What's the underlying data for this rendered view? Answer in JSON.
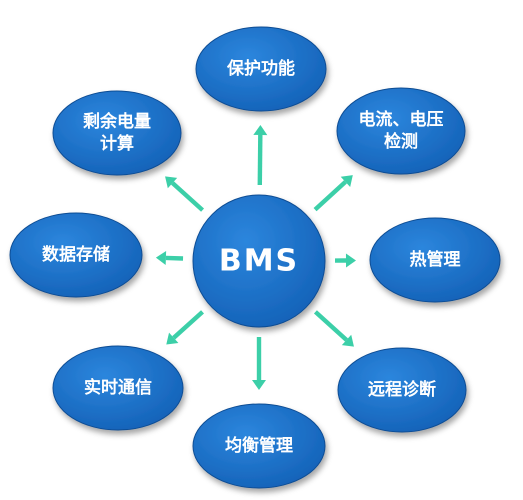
{
  "center": {
    "label": "BMS"
  },
  "nodes": [
    {
      "id": "protection",
      "lines": [
        "保护功能"
      ]
    },
    {
      "id": "current-voltage",
      "lines": [
        "电流、电压",
        "检测"
      ]
    },
    {
      "id": "thermal",
      "lines": [
        "热管理"
      ]
    },
    {
      "id": "remote-diagnosis",
      "lines": [
        "远程诊断"
      ]
    },
    {
      "id": "balancing",
      "lines": [
        "均衡管理"
      ]
    },
    {
      "id": "communication",
      "lines": [
        "实时通信"
      ]
    },
    {
      "id": "storage",
      "lines": [
        "数据存储"
      ]
    },
    {
      "id": "soc",
      "lines": [
        "剩余电量",
        "计算"
      ]
    }
  ],
  "colors": {
    "node_fill": "#1a6fc7",
    "node_stroke": "#0f4d94",
    "arrow": "#3ccfa8",
    "text": "#ffffff"
  }
}
